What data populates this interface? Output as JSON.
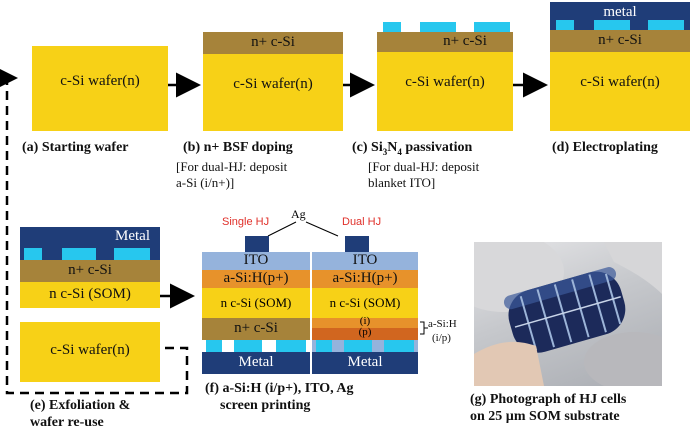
{
  "steps": {
    "a": {
      "wafer": "c-Si wafer(n)",
      "caption": "(a) Starting wafer"
    },
    "b": {
      "layer": "n+ c-Si",
      "wafer": "c-Si wafer(n)",
      "caption": "(b) n+ BSF doping",
      "note1": "[For dual-HJ:  deposit",
      "note2": "a-Si (i/n+)]"
    },
    "c": {
      "layer": "n+ c-Si",
      "wafer": "c-Si wafer(n)",
      "caption_pre": "(c) Si",
      "caption_sub1": "3",
      "caption_mid": "N",
      "caption_sub2": "4",
      "caption_post": " passivation",
      "note1": "[For dual-HJ:  deposit",
      "note2": "blanket  ITO]"
    },
    "d": {
      "metal": "metal",
      "layer": "n+ c-Si",
      "wafer": "c-Si wafer(n)",
      "caption": "(d) Electroplating"
    },
    "e": {
      "metal": "Metal",
      "layer": "n+ c-Si",
      "som": "n c-Si (SOM)",
      "wafer": "c-Si wafer(n)",
      "caption1": "(e) Exfoliation &",
      "caption2": "wafer re-use"
    },
    "f": {
      "ag": "Ag",
      "single_label": "Single HJ",
      "dual_label": "Dual HJ",
      "ito": "ITO",
      "asi": "a-Si:H(p+)",
      "som": "n c-Si (SOM)",
      "nplus": "n+ c-Si",
      "i": "(i)",
      "p": "(p)",
      "metal": "Metal",
      "side1": "a-Si:H",
      "side2": "(i/p)",
      "caption1": "(f) a-Si:H (i/p+), ITO, Ag",
      "caption2": "screen printing"
    },
    "g": {
      "caption1": "(g) Photograph of HJ cells",
      "caption2": "on 25 µm SOM substrate"
    }
  }
}
